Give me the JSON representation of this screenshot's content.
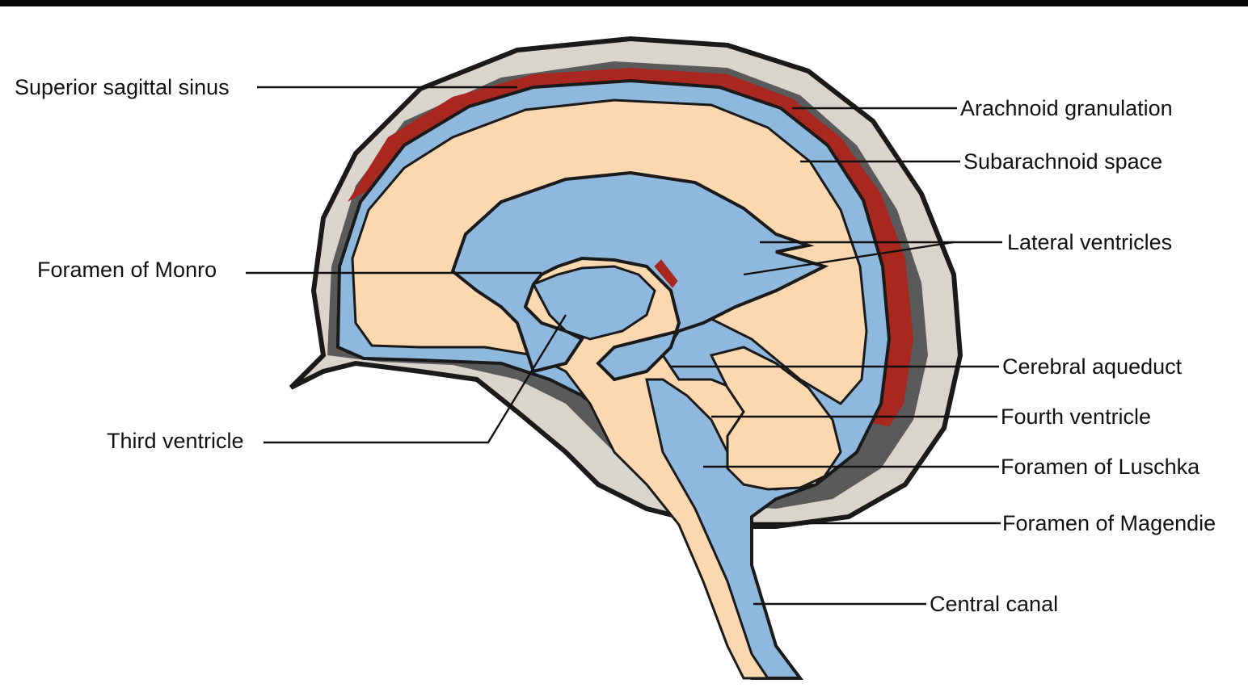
{
  "labels": {
    "superior_sagittal_sinus": "Superior sagittal sinus",
    "arachnoid_granulation": "Arachnoid granulation",
    "subarachnoid_space": "Subarachnoid space",
    "lateral_ventricles": "Lateral ventricles",
    "foramen_of_monro": "Foramen of Monro",
    "cerebral_aqueduct": "Cerebral aqueduct",
    "fourth_ventricle": "Fourth ventricle",
    "third_ventricle": "Third ventricle",
    "foramen_of_luschka": "Foramen of Luschka",
    "foramen_of_magendie": "Foramen of Magendie",
    "central_canal": "Central canal"
  },
  "colors": {
    "skull": "#d9d4cc",
    "skull_outline": "#1a1a1a",
    "csf": "#8fb8df",
    "brain": "#fbd8b0",
    "sinus": "#a8271f",
    "dura": "#5a5a5a",
    "leader_line": "#111111"
  }
}
